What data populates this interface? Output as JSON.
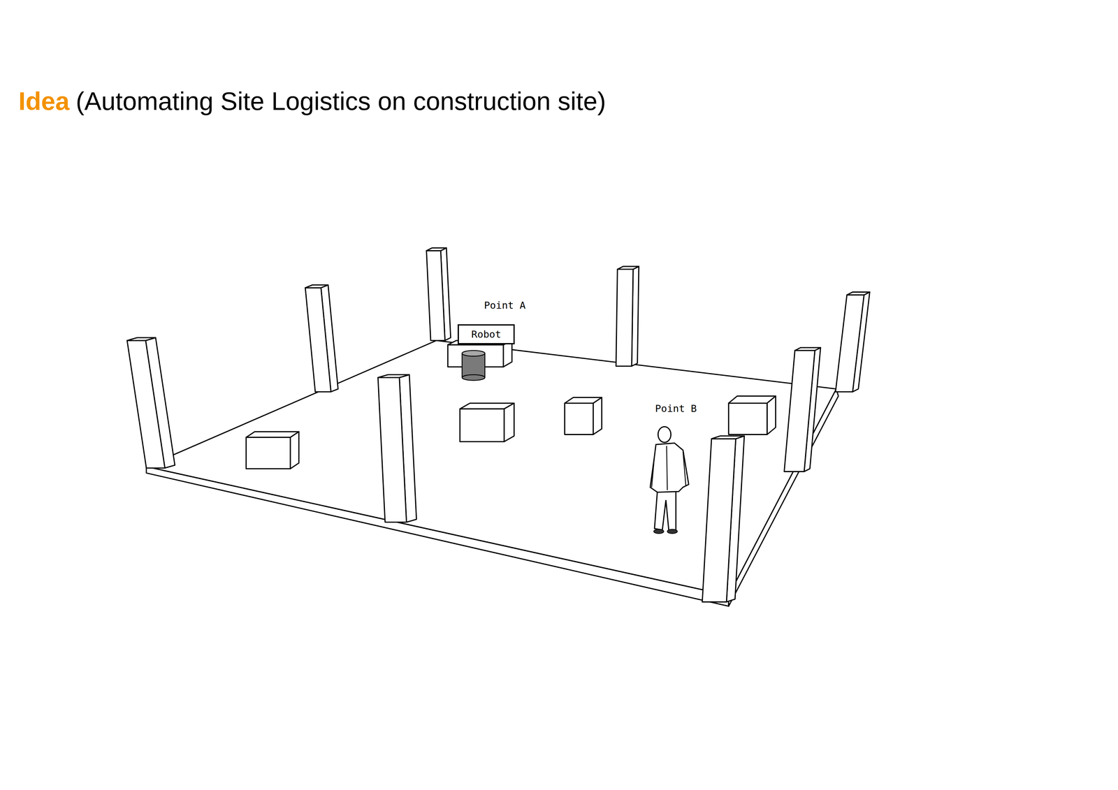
{
  "diagram": {
    "title": "Idea",
    "nodes": [
      {
        "text": [
          "Robot"
        ]
      }
    ],
    "labels": [
      "(Automating Site Logistics on construction site)",
      "Point A",
      "Point B"
    ]
  }
}
